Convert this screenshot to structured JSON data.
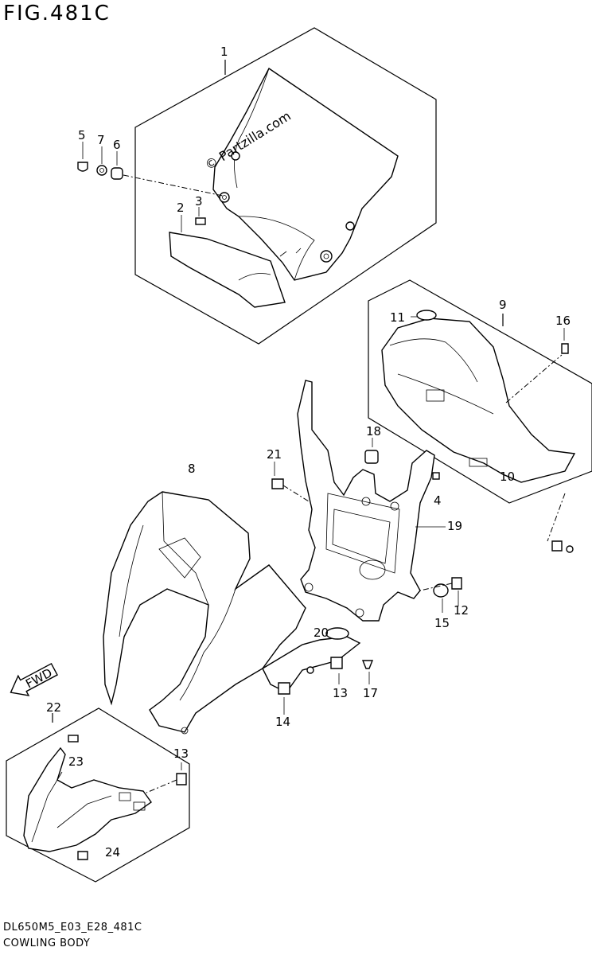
{
  "figure_title": "FIG.481C",
  "watermark": "© Partzilla.com",
  "direction_label": "FWD",
  "footer": {
    "model_code": "DL650M5_E03_E28_481C",
    "section_name": "COWLING BODY"
  },
  "callouts": [
    "1",
    "2",
    "3",
    "4",
    "5",
    "6",
    "7",
    "8",
    "9",
    "10",
    "11",
    "12",
    "13",
    "14",
    "15",
    "16",
    "17",
    "18",
    "19",
    "20",
    "21",
    "22",
    "23",
    "24"
  ]
}
